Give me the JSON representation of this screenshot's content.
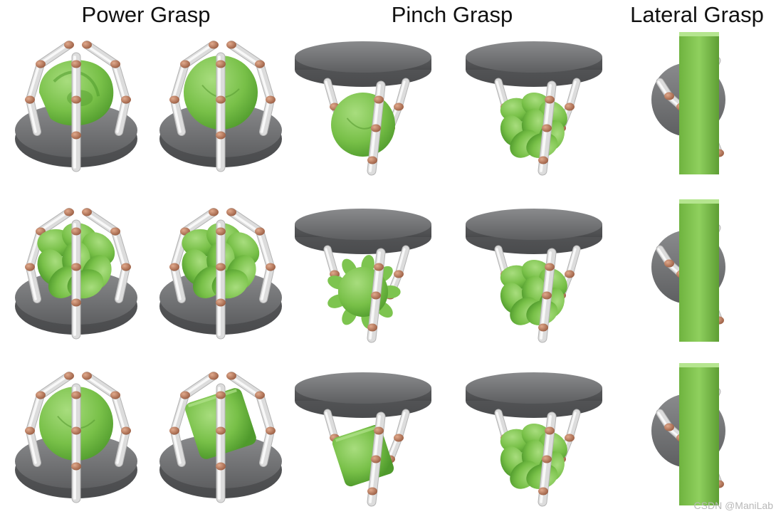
{
  "titles": {
    "power": "Power Grasp",
    "pinch": "Pinch Grasp",
    "lateral": "Lateral Grasp"
  },
  "watermark": "CSDN @ManiLab",
  "colors": {
    "object_green": "#7dc44f",
    "palm_gray": "#77787a",
    "finger_white": "#dcdcdc",
    "joint_copper": "#b98062"
  },
  "rows": [
    {
      "power": [
        "irregular",
        "sphere"
      ],
      "pinch": [
        "sphere",
        "cluster"
      ],
      "lateral": "plate"
    },
    {
      "power": [
        "cluster",
        "cluster"
      ],
      "pinch": [
        "spiky",
        "cluster"
      ],
      "lateral": "plate"
    },
    {
      "power": [
        "sphere",
        "cube"
      ],
      "pinch": [
        "cube",
        "cluster"
      ],
      "lateral": "plate"
    }
  ]
}
